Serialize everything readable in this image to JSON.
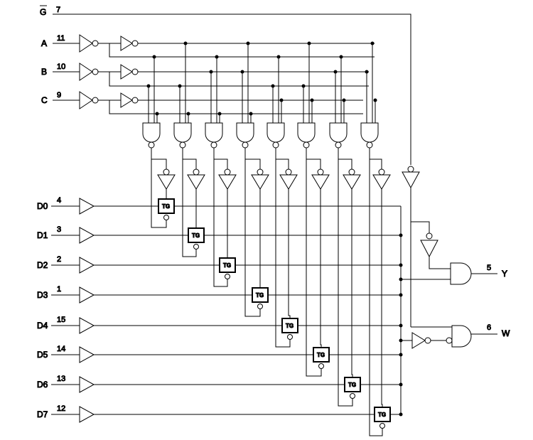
{
  "diagram": {
    "strobe": {
      "label": "G",
      "pin": "7"
    },
    "selects": [
      {
        "label": "A",
        "pin": "11"
      },
      {
        "label": "B",
        "pin": "10"
      },
      {
        "label": "C",
        "pin": "9"
      }
    ],
    "data_inputs": [
      {
        "label": "D0",
        "pin": "4"
      },
      {
        "label": "D1",
        "pin": "3"
      },
      {
        "label": "D2",
        "pin": "2"
      },
      {
        "label": "D3",
        "pin": "1"
      },
      {
        "label": "D4",
        "pin": "15"
      },
      {
        "label": "D5",
        "pin": "14"
      },
      {
        "label": "D6",
        "pin": "13"
      },
      {
        "label": "D7",
        "pin": "12"
      }
    ],
    "transmission_gate_label": "TG",
    "outputs": [
      {
        "label": "Y",
        "pin": "5"
      },
      {
        "label": "W",
        "pin": "6"
      }
    ]
  }
}
